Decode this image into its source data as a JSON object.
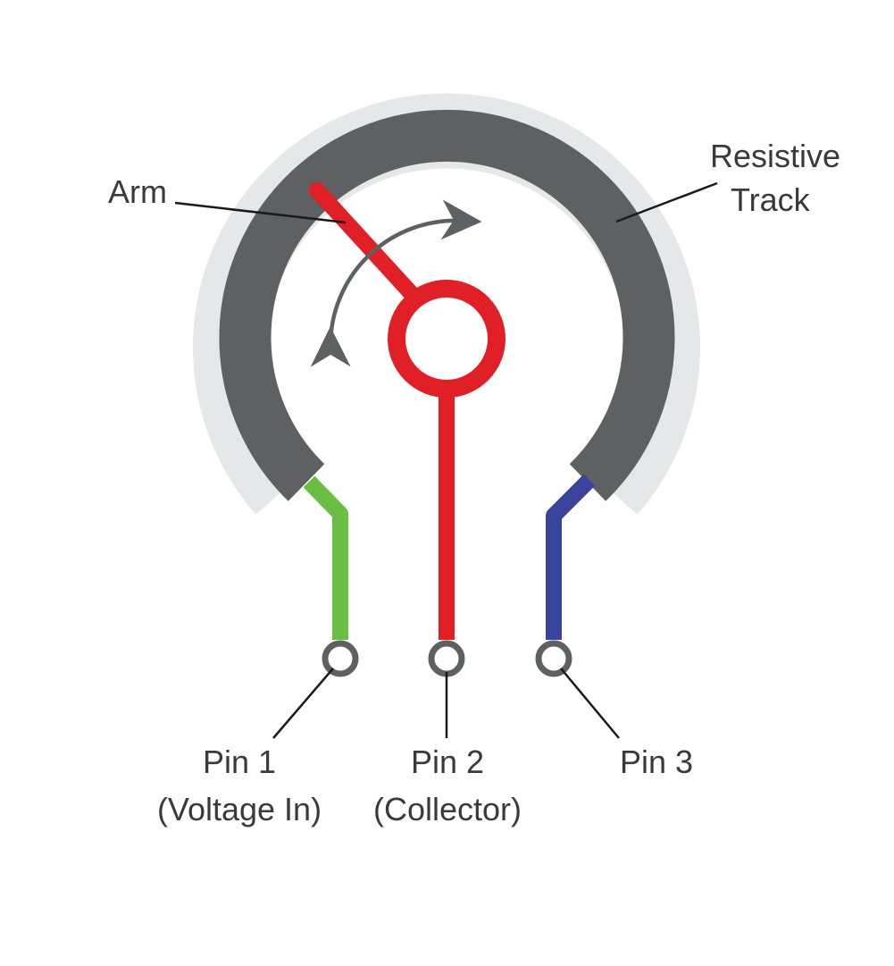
{
  "labels": {
    "arm": "Arm",
    "track_line1": "Resistive",
    "track_line2": "Track",
    "pin1_line1": "Pin 1",
    "pin1_line2": "(Voltage In)",
    "pin2_line1": "Pin 2",
    "pin2_line2": "(Collector)",
    "pin3_line1": "Pin 3"
  },
  "colors": {
    "track": "#5f6062",
    "track_halo": "#e6e7e8",
    "wiper": "#e01f26",
    "pin1_lead": "#6abd45",
    "pin3_lead": "#3a449c",
    "pin_ring": "#5f6062",
    "leader": "#1a1a1a",
    "arrow": "#5f6062"
  }
}
